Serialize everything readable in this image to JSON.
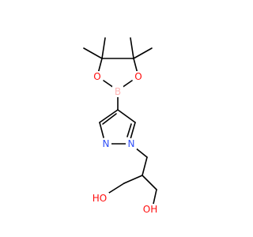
{
  "structure": {
    "colors": {
      "bond": "#000000",
      "oxygen": "#FF0D0D",
      "nitrogen": "#3050F8",
      "boron": "#FFB5B5",
      "carbon": "#000000"
    },
    "atoms": {
      "o_ring_left": {
        "label": "O",
        "element": "oxygen"
      },
      "o_ring_right": {
        "label": "O",
        "element": "oxygen"
      },
      "b_boron": {
        "label": "B",
        "element": "boron"
      },
      "n_pyrazole_1": {
        "label": "N",
        "element": "nitrogen"
      },
      "n_pyrazole_2": {
        "label": "N",
        "element": "nitrogen"
      },
      "oh_left": {
        "label": "HO",
        "element": "oxygen"
      },
      "oh_right": {
        "label": "OH",
        "element": "oxygen"
      }
    }
  }
}
